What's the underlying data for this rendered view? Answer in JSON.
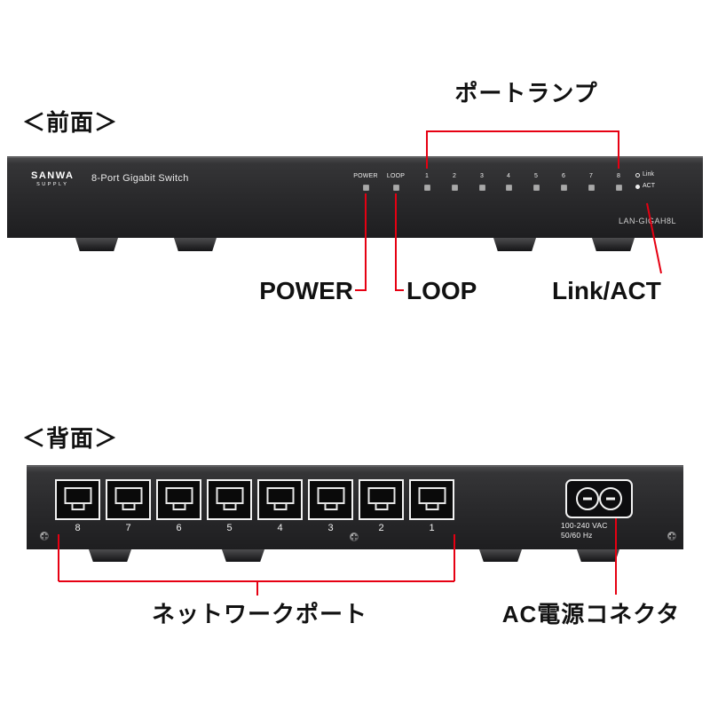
{
  "colors": {
    "accent_red": "#e60012",
    "panel_black": "#2a2a2c",
    "background": "#ffffff"
  },
  "front": {
    "section_label": "＜前面＞",
    "annotation_top": "ポートランプ",
    "logo_line1": "SANWA",
    "logo_line2": "SUPPLY",
    "product_name": "8-Port Gigabit Switch",
    "led_power_label": "POWER",
    "led_loop_label": "LOOP",
    "port_numbers": [
      "1",
      "2",
      "3",
      "4",
      "5",
      "6",
      "7",
      "8"
    ],
    "legend_link": "Link",
    "legend_act": "ACT",
    "model_number": "LAN-GIGAH8L",
    "callout_power": "POWER",
    "callout_loop": "LOOP",
    "callout_link_act": "Link/ACT"
  },
  "back": {
    "section_label": "＜背面＞",
    "port_numbers": [
      "8",
      "7",
      "6",
      "5",
      "4",
      "3",
      "2",
      "1"
    ],
    "ac_rating_line1": "100-240 VAC",
    "ac_rating_line2": "50/60 Hz",
    "callout_ports": "ネットワークポート",
    "callout_ac": "AC電源コネクタ"
  }
}
